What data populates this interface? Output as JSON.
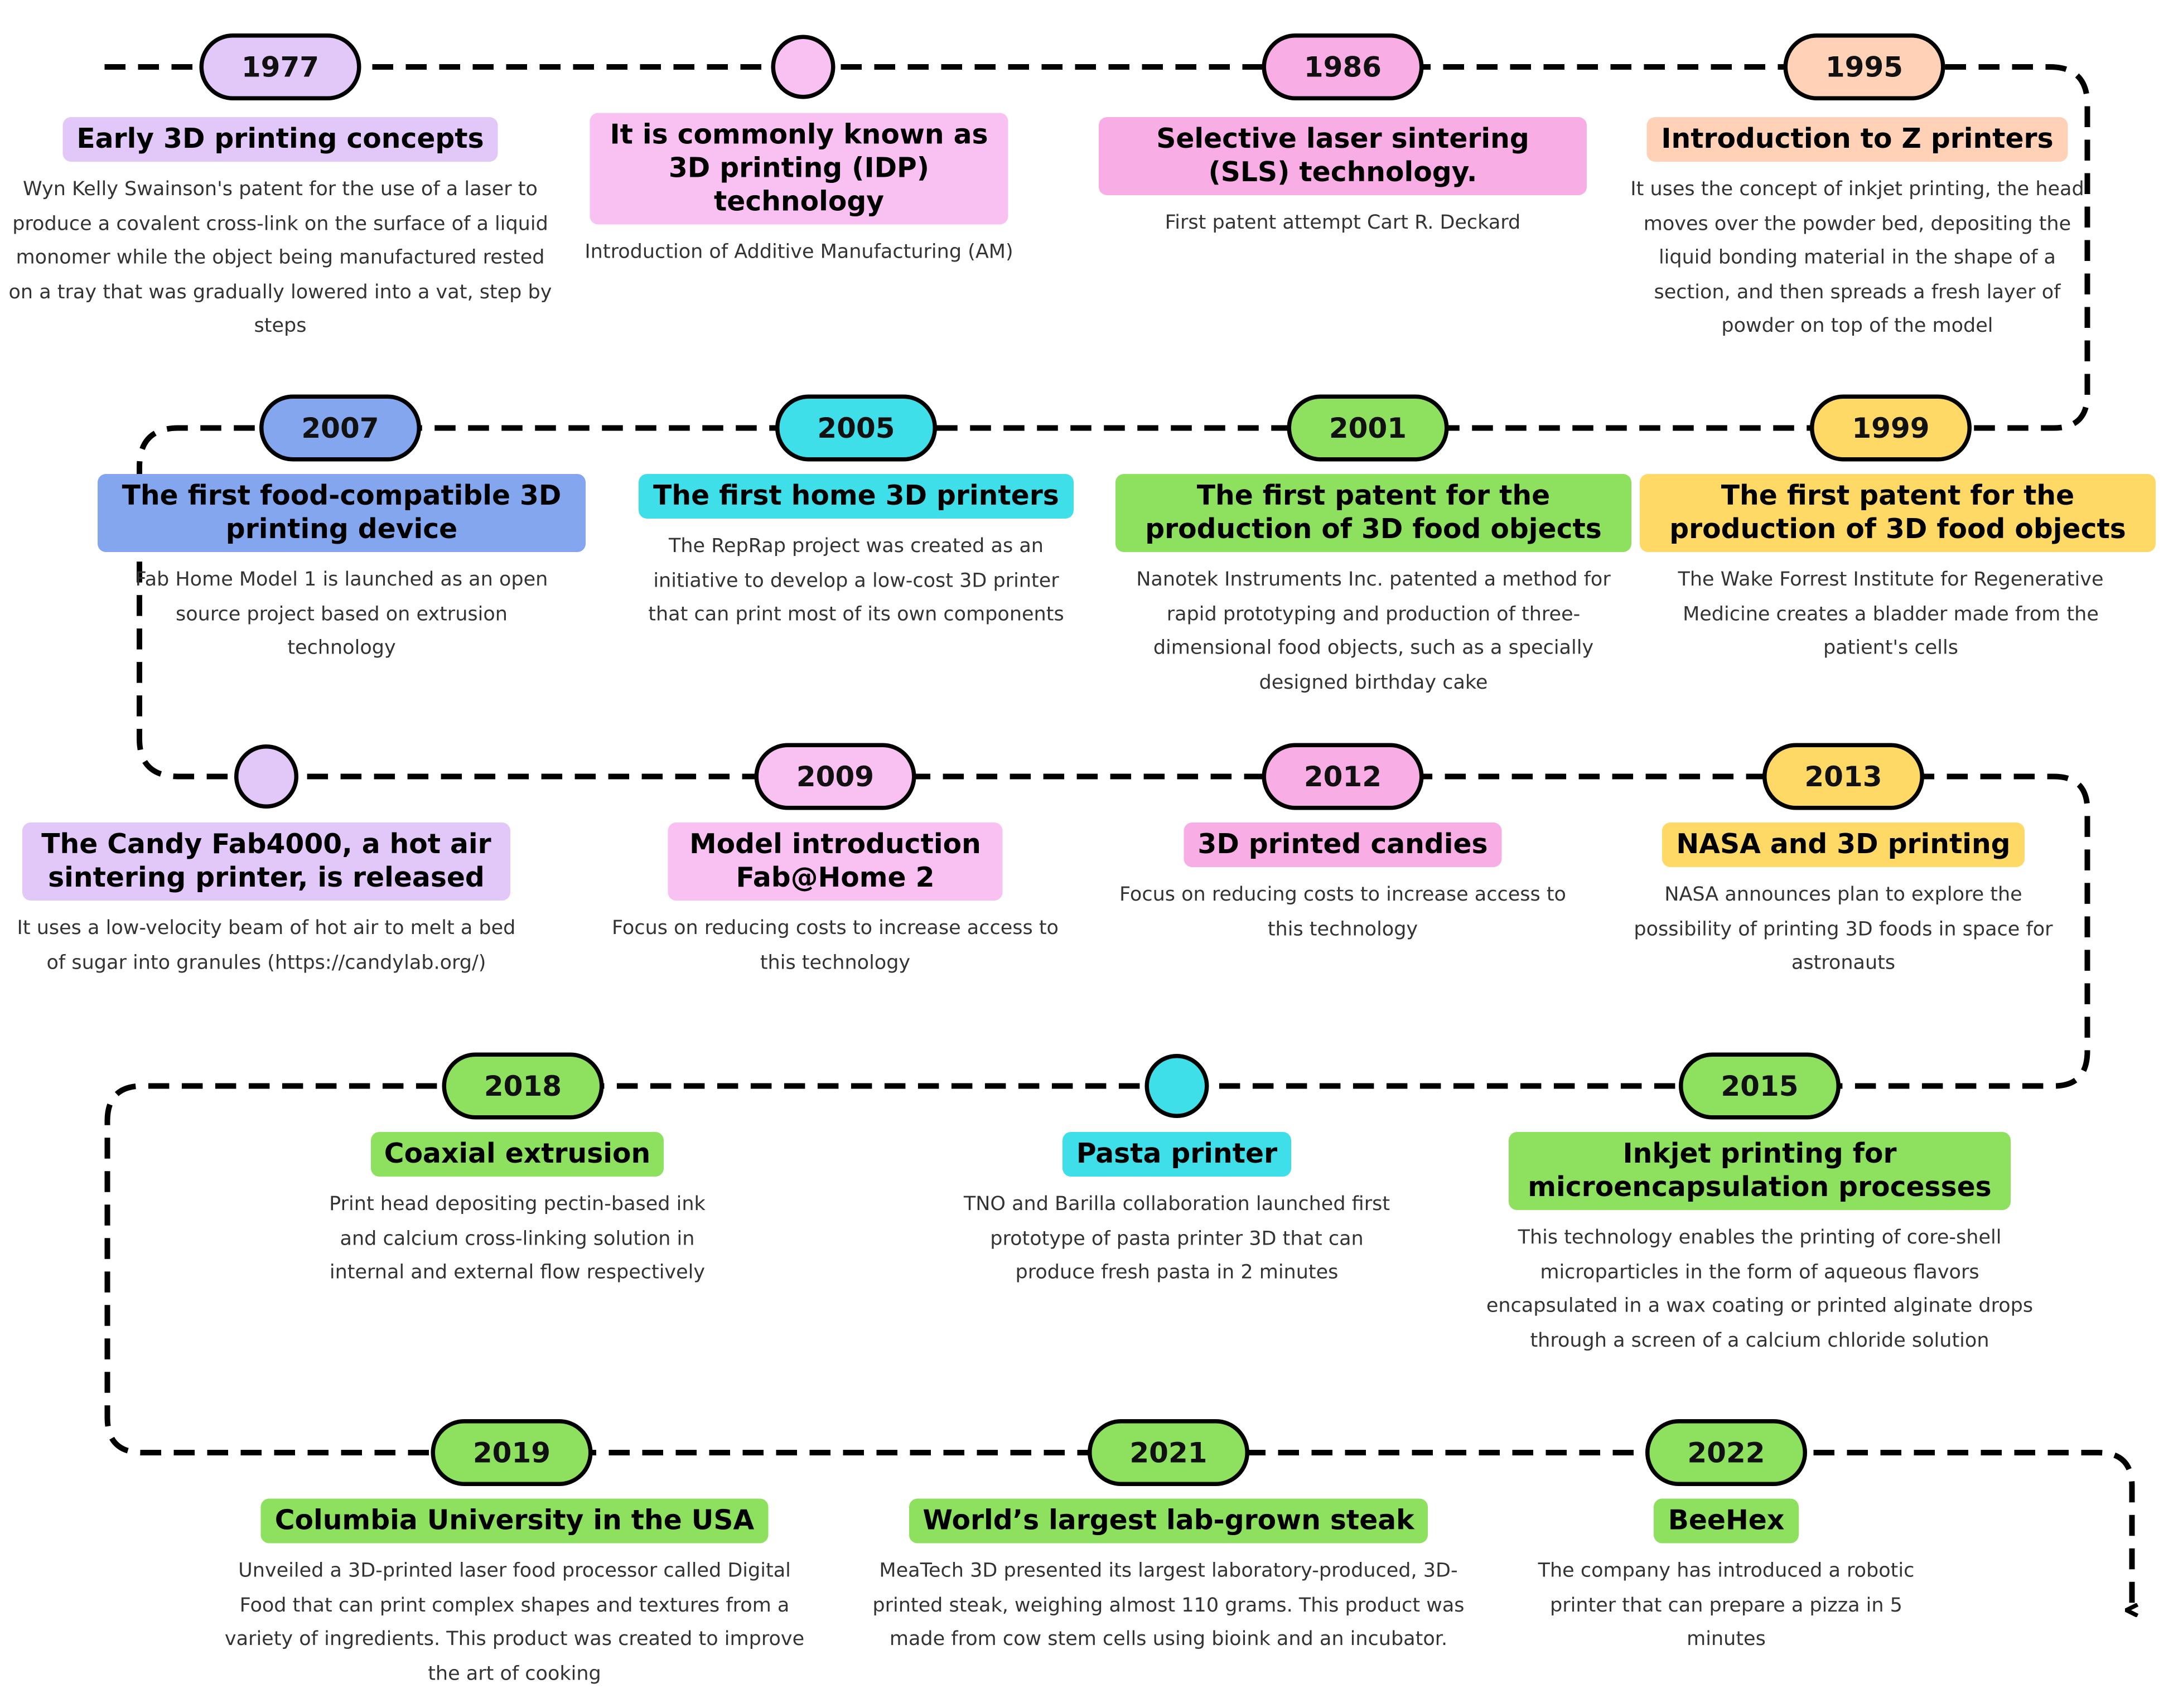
{
  "colors": {
    "lavender": "#e2c8f8",
    "pink": "#f9c1f2",
    "pink_strong": "#f8aee4",
    "peach": "#ffd2b8",
    "blue": "#83a6ef",
    "cyan": "#3fdfe9",
    "green": "#8ee05f",
    "yellow": "#ffd966",
    "line": "#000000"
  },
  "timeline": [
    {
      "year": "1977",
      "title": "Early 3D printing concepts",
      "description": "Wyn Kelly Swainson's patent for the use of a laser to produce a covalent cross-link on the surface of a liquid monomer while the object being manufactured rested on a tray that was gradually lowered into a vat, step by steps"
    },
    {
      "year": "",
      "title": "It is commonly known as 3D printing (IDP) technology",
      "description": "Introduction of Additive Manufacturing (AM)"
    },
    {
      "year": "1986",
      "title": "Selective laser sintering (SLS) technology.",
      "description": "First patent attempt Cart R. Deckard"
    },
    {
      "year": "1995",
      "title": "Introduction to Z printers",
      "description": "It uses the concept of inkjet printing, the head moves over the powder bed, depositing the liquid bonding material in the shape of a section, and then spreads a fresh layer of powder on top of the model"
    },
    {
      "year": "2007",
      "title": "The first food-compatible 3D printing device",
      "description": "Fab Home Model 1 is launched as an open source project based on extrusion technology"
    },
    {
      "year": "2005",
      "title": "The first home 3D printers",
      "description": "The RepRap project was created as an initiative to develop a low-cost 3D printer that can print most of its own components"
    },
    {
      "year": "2001",
      "title": "The first patent for the production of 3D food objects",
      "description": "Nanotek Instruments Inc. patented a method for rapid prototyping and production of three-dimensional food objects, such as a specially designed birthday cake"
    },
    {
      "year": "1999",
      "title": "The first patent for the production of 3D food objects",
      "description": "The Wake Forrest Institute for Regenerative Medicine creates a bladder made from the patient's cells"
    },
    {
      "year": "",
      "title": "The Candy Fab4000, a hot air sintering printer, is released",
      "description": "It uses a low-velocity beam of hot air to melt a bed of sugar into granules (https://candylab.org/)"
    },
    {
      "year": "2009",
      "title": "Model introduction Fab@Home 2",
      "description": "Focus on reducing costs to increase access to this technology"
    },
    {
      "year": "2012",
      "title": "3D printed candies",
      "description": "Focus on reducing costs to increase access to this technology"
    },
    {
      "year": "2013",
      "title": "NASA and 3D printing",
      "description": "NASA announces plan to explore the possibility of printing 3D foods in space for astronauts"
    },
    {
      "year": "2018",
      "title": "Coaxial extrusion",
      "description": "Print head depositing pectin-based ink and calcium cross-linking solution in internal and external flow respectively"
    },
    {
      "year": "",
      "title": "Pasta printer",
      "description": "TNO and Barilla collaboration launched first prototype of pasta printer 3D that can produce fresh pasta in 2 minutes"
    },
    {
      "year": "2015",
      "title": "Inkjet printing for microencapsulation processes",
      "description": "This technology enables the printing of core-shell microparticles in the form of aqueous flavors encapsulated in a wax coating or printed alginate drops through a screen of a calcium chloride solution"
    },
    {
      "year": "2019",
      "title": "Columbia University in the USA",
      "description": "Unveiled a 3D-printed laser food processor called Digital Food that can print complex shapes and textures from a variety of ingredients. This product was created to improve the art of cooking"
    },
    {
      "year": "2021",
      "title": "World’s largest lab-grown steak",
      "description": "MeaTech 3D presented its largest laboratory-produced, 3D-printed steak, weighing almost 110 grams. This product was made from cow stem cells using bioink and an incubator."
    },
    {
      "year": "2022",
      "title": "BeeHex",
      "description": "The company has introduced a robotic printer that can prepare a pizza in 5 minutes"
    }
  ]
}
